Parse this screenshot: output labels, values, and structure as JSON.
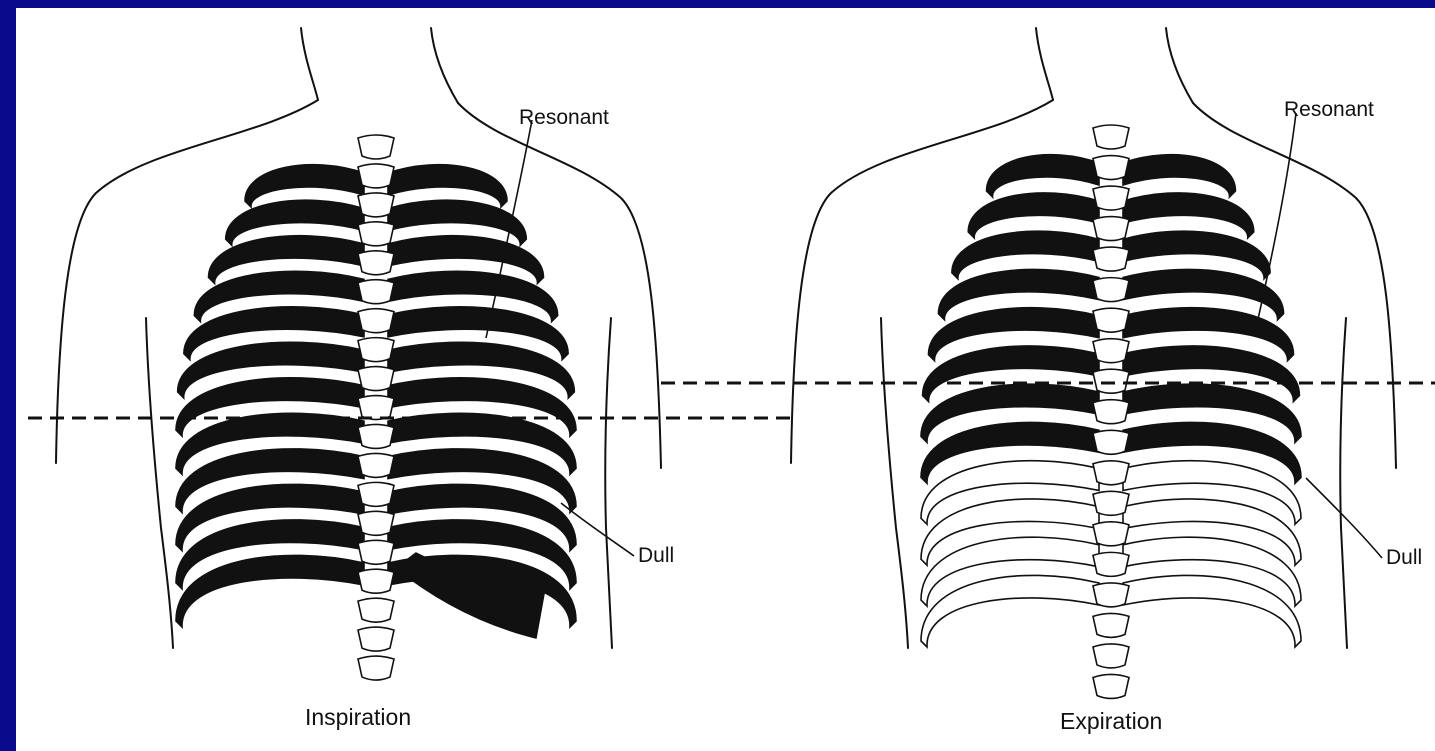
{
  "panels": [
    {
      "caption": "Inspiration",
      "upper_label": "Resonant",
      "lower_label": "Dull"
    },
    {
      "caption": "Expiration",
      "upper_label": "Resonant",
      "lower_label": "Dull"
    }
  ],
  "colors": {
    "frame": "#0a0a8c",
    "background": "#ffffff",
    "ink": "#111111"
  }
}
